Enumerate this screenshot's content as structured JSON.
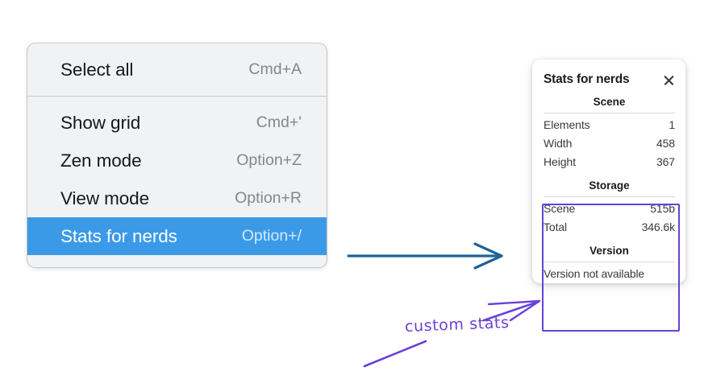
{
  "canvas": {
    "background": "#ffffff",
    "accent_blue": "#3b9ae8",
    "annotation_purple": "#6741d9",
    "arrow_blue": "#1f6397"
  },
  "context_menu": {
    "groups": [
      {
        "items": [
          {
            "label": "Select all",
            "shortcut": "Cmd+A",
            "selected": false
          }
        ]
      },
      {
        "items": [
          {
            "label": "Show grid",
            "shortcut": "Cmd+'",
            "selected": false
          },
          {
            "label": "Zen mode",
            "shortcut": "Option+Z",
            "selected": false
          },
          {
            "label": "View mode",
            "shortcut": "Option+R",
            "selected": false
          },
          {
            "label": "Stats for nerds",
            "shortcut": "Option+/",
            "selected": true
          }
        ]
      }
    ]
  },
  "stats_panel": {
    "title": "Stats for nerds",
    "close_icon": "close-icon",
    "sections": [
      {
        "heading": "Scene",
        "rows": [
          {
            "key": "Elements",
            "value": "1"
          },
          {
            "key": "Width",
            "value": "458"
          },
          {
            "key": "Height",
            "value": "367"
          }
        ]
      },
      {
        "heading": "Storage",
        "rows": [
          {
            "key": "Scene",
            "value": "515b"
          },
          {
            "key": "Total",
            "value": "346.6k"
          }
        ]
      },
      {
        "heading": "Version",
        "note": "Version not available",
        "rows": []
      }
    ]
  },
  "annotations": {
    "custom_stats_label": "custom stats",
    "blue_arrow_name": "blue-arrow",
    "purple_arrow_name": "purple-arrow",
    "highlight_box_name": "custom-stats-highlight"
  }
}
